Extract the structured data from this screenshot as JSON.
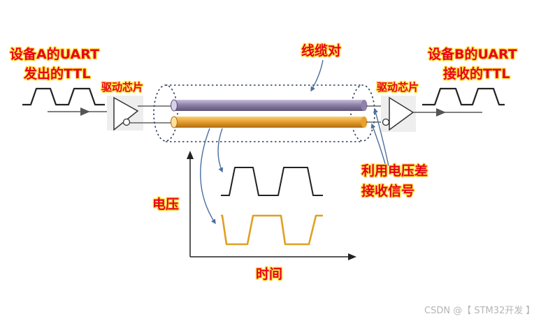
{
  "labels": {
    "sender_line1": "设备A的UART",
    "sender_line2": "发出的TTL",
    "driver_left": "驱动芯片",
    "cable": "线缆对",
    "driver_right": "驱动芯片",
    "receiver_line1": "设备B的UART",
    "receiver_line2": "接收的TTL",
    "diff_line1": "利用电压差",
    "diff_line2": "接收信号",
    "y_axis": "电压",
    "x_axis": "时间"
  },
  "watermark": "CSDN @【  STM32开发 】",
  "colors": {
    "label_text": "#e8001a",
    "label_outline": "#ffe24a",
    "wire_purple": "#8e82a8",
    "wire_orange": "#e8a030",
    "signal_black": "#222222",
    "signal_orange": "#e0a020",
    "shield": "#2a3f5c",
    "pointer": "#4a6e9e"
  }
}
